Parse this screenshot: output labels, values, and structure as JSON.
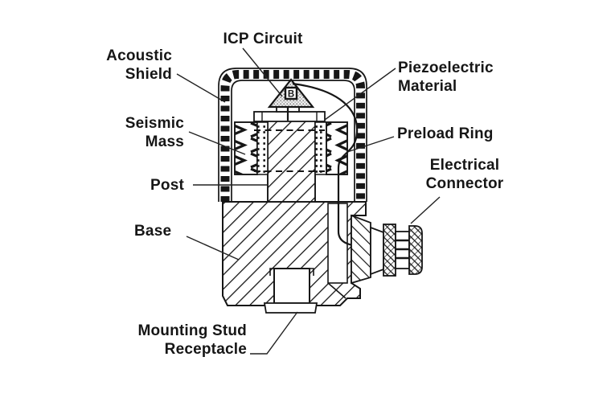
{
  "diagram": {
    "icp_symbol": "B",
    "labels": {
      "icp_circuit": {
        "text": "ICP Circuit"
      },
      "acoustic_shield": {
        "line1": "Acoustic",
        "line2": "Shield"
      },
      "piezoelectric": {
        "line1": "Piezoelectric",
        "line2": "Material"
      },
      "seismic_mass": {
        "line1": "Seismic",
        "line2": "Mass"
      },
      "preload_ring": {
        "text": "Preload Ring"
      },
      "electrical_connector": {
        "line1": "Electrical",
        "line2": "Connector"
      },
      "post": {
        "text": "Post"
      },
      "base": {
        "text": "Base"
      },
      "mounting_stud": {
        "line1": "Mounting Stud",
        "line2": "Receptacle"
      }
    }
  },
  "colors": {
    "ink": "#161616",
    "paper": "#ffffff"
  }
}
